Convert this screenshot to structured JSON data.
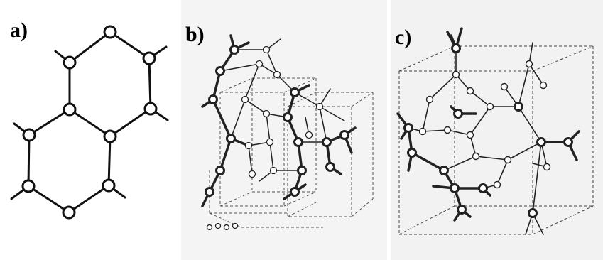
{
  "panels": {
    "a": {
      "label": "a)"
    },
    "b": {
      "label": "b)"
    },
    "c": {
      "label": "c)"
    }
  }
}
